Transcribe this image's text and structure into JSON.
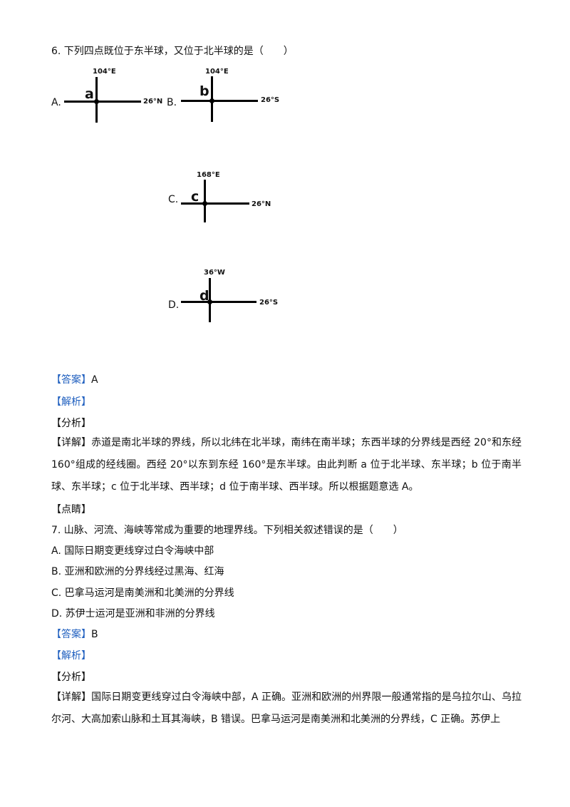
{
  "q6": {
    "question": "6. 下列四点既位于东半球，又位于北半球的是（　　）",
    "diagrams": [
      {
        "option": "A.",
        "letter": "a",
        "lon": "104°E",
        "lat": "26°N"
      },
      {
        "option": "B.",
        "letter": "b",
        "lon": "104°E",
        "lat": "26°S"
      },
      {
        "option": "C.",
        "letter": "c",
        "lon": "168°E",
        "lat": "26°N"
      },
      {
        "option": "D.",
        "letter": "d",
        "lon": "36°W",
        "lat": "26°S"
      }
    ],
    "answer_tag": "【答案】",
    "answer": "A",
    "jiexi": "【解析】",
    "fenxi": "【分析】",
    "detail_tag": "【详解】",
    "detail": "赤道是南北半球的界线，所以北纬在北半球，南纬在南半球；东西半球的分界线是西经 20°和东经 160°组成的经线圈。西经 20°以东到东经 160°是东半球。由此判断 a 位于北半球、东半球；b 位于南半球、东半球；c 位于北半球、西半球；d 位于南半球、西半球。所以根据题意选 A。",
    "dianjing": "【点睛】"
  },
  "q7": {
    "question": "7. 山脉、河流、海峡等常成为重要的地理界线。下列相关叙述错误的是（　　）",
    "options": [
      "A. 国际日期变更线穿过白令海峡中部",
      "B. 亚洲和欧洲的分界线经过黑海、红海",
      "C. 巴拿马运河是南美洲和北美洲的分界线",
      "D. 苏伊士运河是亚洲和非洲的分界线"
    ],
    "answer_tag": "【答案】",
    "answer": "B",
    "jiexi": "【解析】",
    "fenxi": "【分析】",
    "detail_tag": "【详解】",
    "detail": "国际日期变更线穿过白令海峡中部，A 正确。亚洲和欧洲的州界限一般通常指的是乌拉尔山、乌拉尔河、大高加索山脉和土耳其海峡，B 错误。巴拿马运河是南美洲和北美洲的分界线，C 正确。苏伊上"
  }
}
